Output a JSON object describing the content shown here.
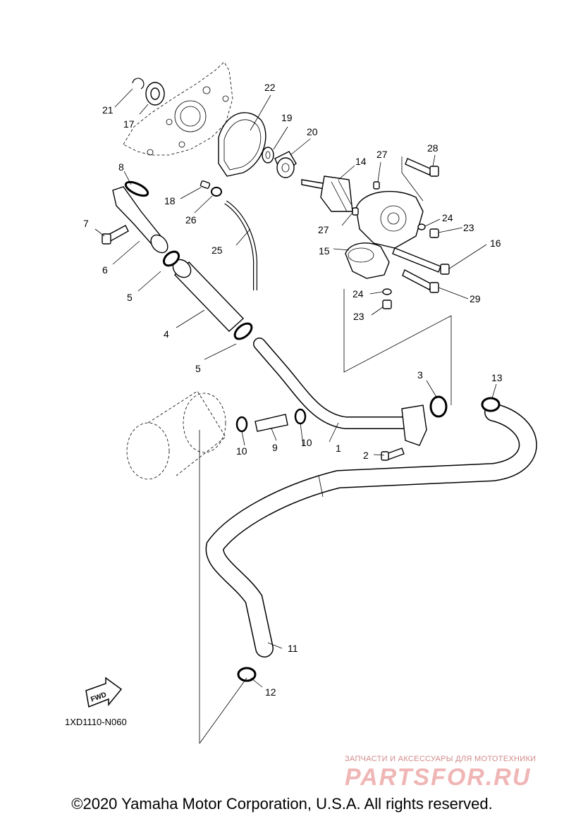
{
  "diagram": {
    "part_labels": [
      "1",
      "2",
      "3",
      "4",
      "5",
      "5",
      "6",
      "7",
      "8",
      "9",
      "10",
      "10",
      "11",
      "12",
      "13",
      "14",
      "15",
      "16",
      "17",
      "18",
      "19",
      "20",
      "21",
      "22",
      "23",
      "23",
      "24",
      "24",
      "25",
      "26",
      "27",
      "27",
      "28",
      "29"
    ],
    "fwd_label": "FWD",
    "drawing_code": "1XD1110-N060"
  },
  "watermark": {
    "tagline": "ЗАПЧАСТИ И АКСЕССУАРЫ ДЛЯ МОТОТЕХНИКИ",
    "brand": "PARTSFOR.RU"
  },
  "footer": {
    "copyright": "©2020 Yamaha Motor Corporation, U.S.A. All rights reserved."
  }
}
